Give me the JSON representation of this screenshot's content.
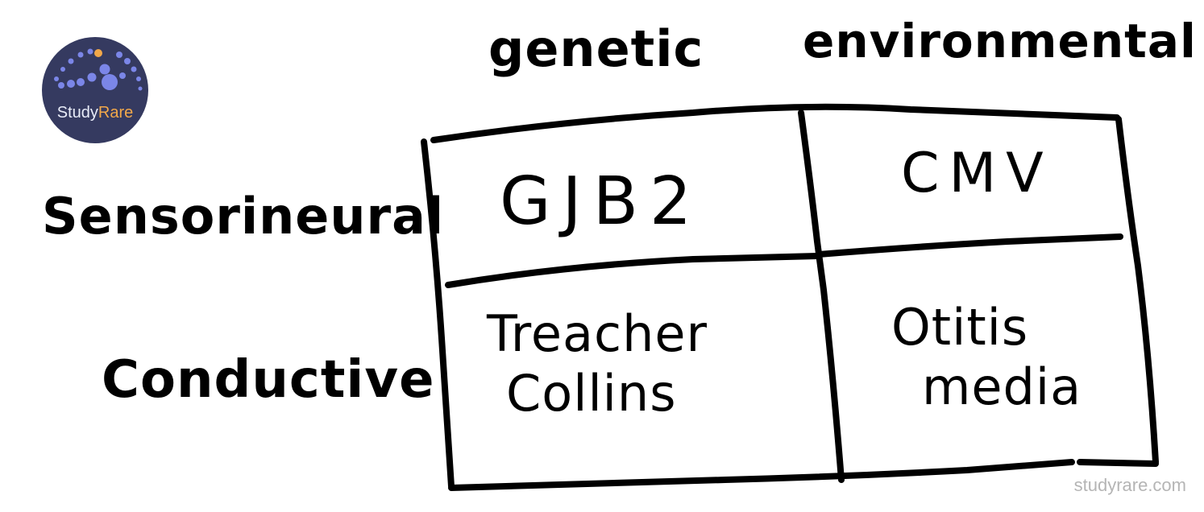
{
  "logo": {
    "word_part1": "Study",
    "word_part2": "Rare"
  },
  "columns": {
    "genetic": "genetic",
    "environmental": "environmental"
  },
  "rows": {
    "sensorineural": "Sensorineural",
    "conductive": "Conductive"
  },
  "cells": {
    "sensorineural_genetic": "GJB2",
    "sensorineural_environmental": "CMV",
    "conductive_genetic": {
      "line1": "Treacher",
      "line2": "Collins"
    },
    "conductive_environmental": {
      "line1": "Otitis",
      "line2": "media"
    }
  },
  "watermark": "studyrare.com",
  "colors": {
    "ink": "#000000",
    "logo_bg": "#353a60",
    "logo_dots": "#7b86e8",
    "logo_accent": "#f2a84a"
  }
}
